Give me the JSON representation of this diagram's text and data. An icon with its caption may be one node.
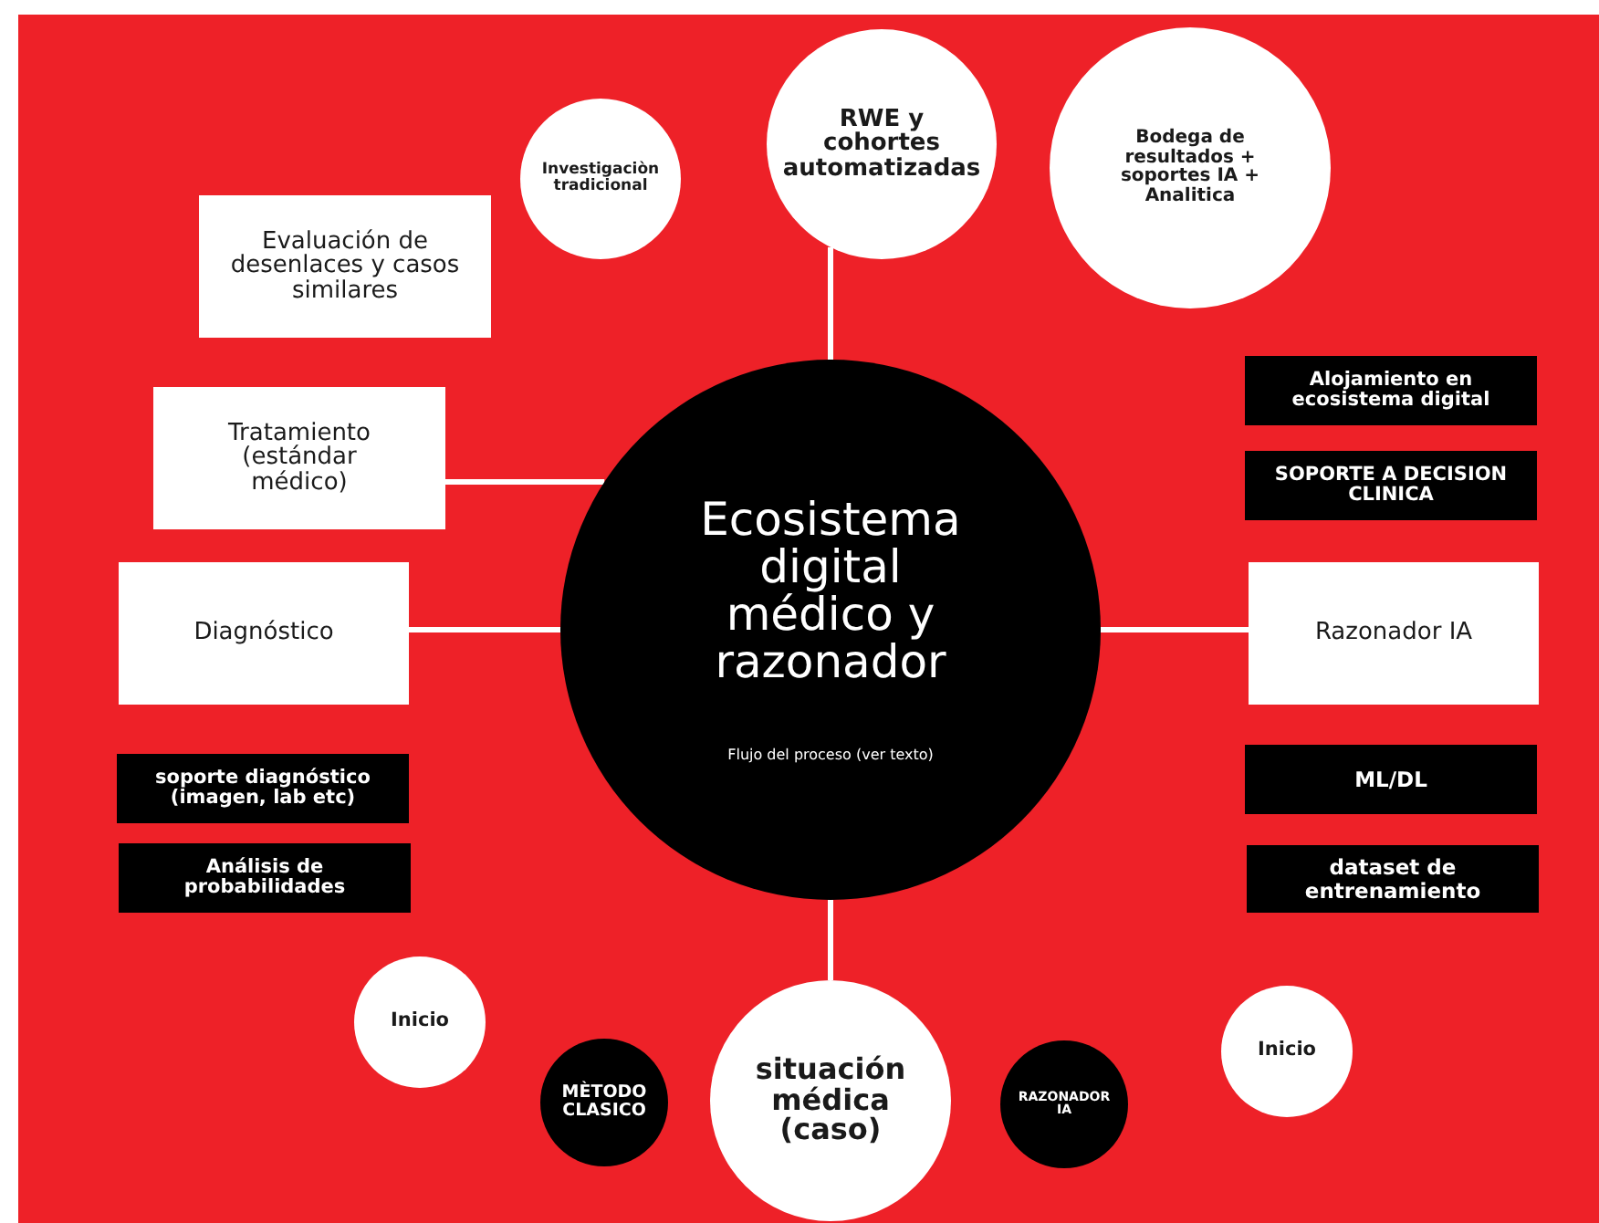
{
  "diagram": {
    "nodes": [
      {
        "text": [
          "Ecosistema digital médico y razonador",
          "Flujo del proceso (ver texto)"
        ]
      },
      {
        "text": [
          "Investigaciòn tradicional"
        ]
      },
      {
        "text": [
          "RWE y cohortes automatizadas"
        ]
      },
      {
        "text": [
          "Bodega de resultados + soportes IA + Analitica"
        ]
      },
      {
        "text": [
          "Evaluación de desenlaces y casos similares"
        ]
      },
      {
        "text": [
          "Tratamiento (estándar médico)"
        ]
      },
      {
        "text": [
          "Diagnóstico"
        ]
      },
      {
        "text": [
          "Alojamiento en ecosistema digital"
        ]
      },
      {
        "text": [
          "SOPORTE A DECISION CLINICA"
        ]
      },
      {
        "text": [
          "Razonador IA"
        ]
      },
      {
        "text": [
          "ML/DL"
        ]
      },
      {
        "text": [
          "dataset de entrenamiento"
        ]
      },
      {
        "text": [
          "soporte diagnóstico (imagen, lab etc)"
        ]
      },
      {
        "text": [
          "Análisis de probabilidades"
        ]
      },
      {
        "text": [
          "Inicio"
        ]
      },
      {
        "text": [
          "MÈTODO CLASICO"
        ]
      },
      {
        "text": [
          "situación médica (caso)"
        ]
      },
      {
        "text": [
          "RAZONADOR IA"
        ]
      },
      {
        "text": [
          "Inicio"
        ]
      }
    ],
    "edges": [
      {
        "from": 0,
        "to": 2,
        "arrow": "none"
      },
      {
        "from": 0,
        "to": 5,
        "arrow": "none"
      },
      {
        "from": 0,
        "to": 6,
        "arrow": "none"
      },
      {
        "from": 0,
        "to": 9,
        "arrow": "none"
      },
      {
        "from": 0,
        "to": 16,
        "arrow": "none"
      }
    ]
  }
}
